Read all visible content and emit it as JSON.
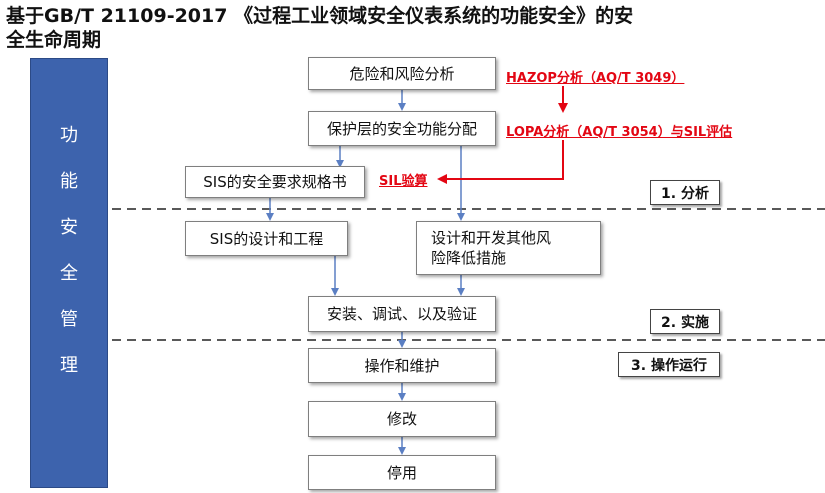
{
  "title": "基于GB/T 21109-2017 《过程工业领域安全仪表系统的功能安全》的安全生命周期",
  "sidebar": {
    "label": "功\n能\n安\n全\n管\n理"
  },
  "boxes": {
    "hazard": "危险和风险分析",
    "allocation": "保护层的安全功能分配",
    "srs": "SIS的安全要求规格书",
    "design": "SIS的设计和工程",
    "other": "设计和开发其他风险降低措施",
    "install": "安装、调试、以及验证",
    "operate": "操作和维护",
    "modify": "修改",
    "decommission": "停用"
  },
  "annotations": {
    "hazop": "HAZOP分析（AQ/T 3049）",
    "lopa": "LOPA分析（AQ/T 3054）与SIL评估",
    "sil": "SIL验算"
  },
  "stages": {
    "analysis": "1. 分析",
    "implement": "2. 实施",
    "operation": "3. 操作运行"
  },
  "colors": {
    "sidebar": "#3d63ad",
    "arrow": "#5b7fc3",
    "red": "#e30613"
  }
}
